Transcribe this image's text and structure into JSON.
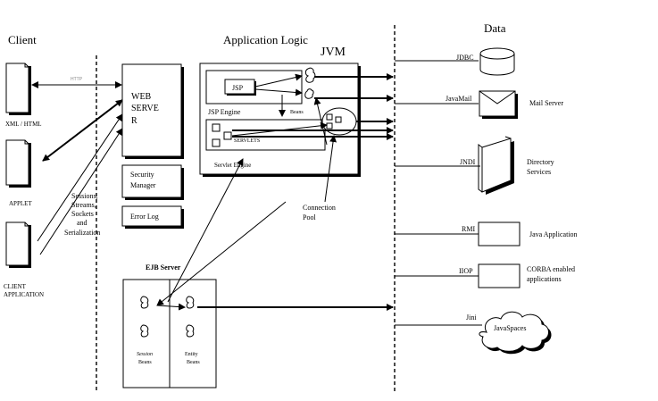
{
  "columns": {
    "client": "Client",
    "logic": "Application Logic",
    "jvm": "JVM",
    "data": "Data"
  },
  "clients": {
    "xml_html": "XML / HTML",
    "applet": "APPLET",
    "client_app_line1": "CLIENT",
    "client_app_line2": "APPLICATION"
  },
  "http_label": "HTTP",
  "sessions": [
    "Sessions,",
    "Streams,",
    "Sockets",
    "and",
    "Serialization"
  ],
  "web_server": [
    "WEB",
    "SERVE",
    "R"
  ],
  "security_manager": [
    "Security",
    "Manager"
  ],
  "error_log": "Error Log",
  "servlet_engine": {
    "jsp": "JSP",
    "jsp_engine": "JSP Engine",
    "beans": "Beans",
    "servlets": "SERVLETS",
    "label": "Servlet Engine"
  },
  "connection_pool": [
    "Connection",
    "Pool"
  ],
  "ejb_server": {
    "title": "EJB Server",
    "session_beans": [
      "Session",
      "Beans"
    ],
    "entity_beans": [
      "Entity",
      "Beans"
    ]
  },
  "data_services": {
    "jdbc": "JDBC",
    "javamail": "JavaMail",
    "mail_server": "Mail Server",
    "jndi": "JNDI",
    "directory_services": [
      "Directory",
      "Services"
    ],
    "rmi": "RMI",
    "java_application": "Java Application",
    "iiop": "IIOP",
    "corba": [
      "CORBA enabled",
      "applications"
    ],
    "jini": "Jini",
    "javaspaces": "JavaSpaces"
  }
}
